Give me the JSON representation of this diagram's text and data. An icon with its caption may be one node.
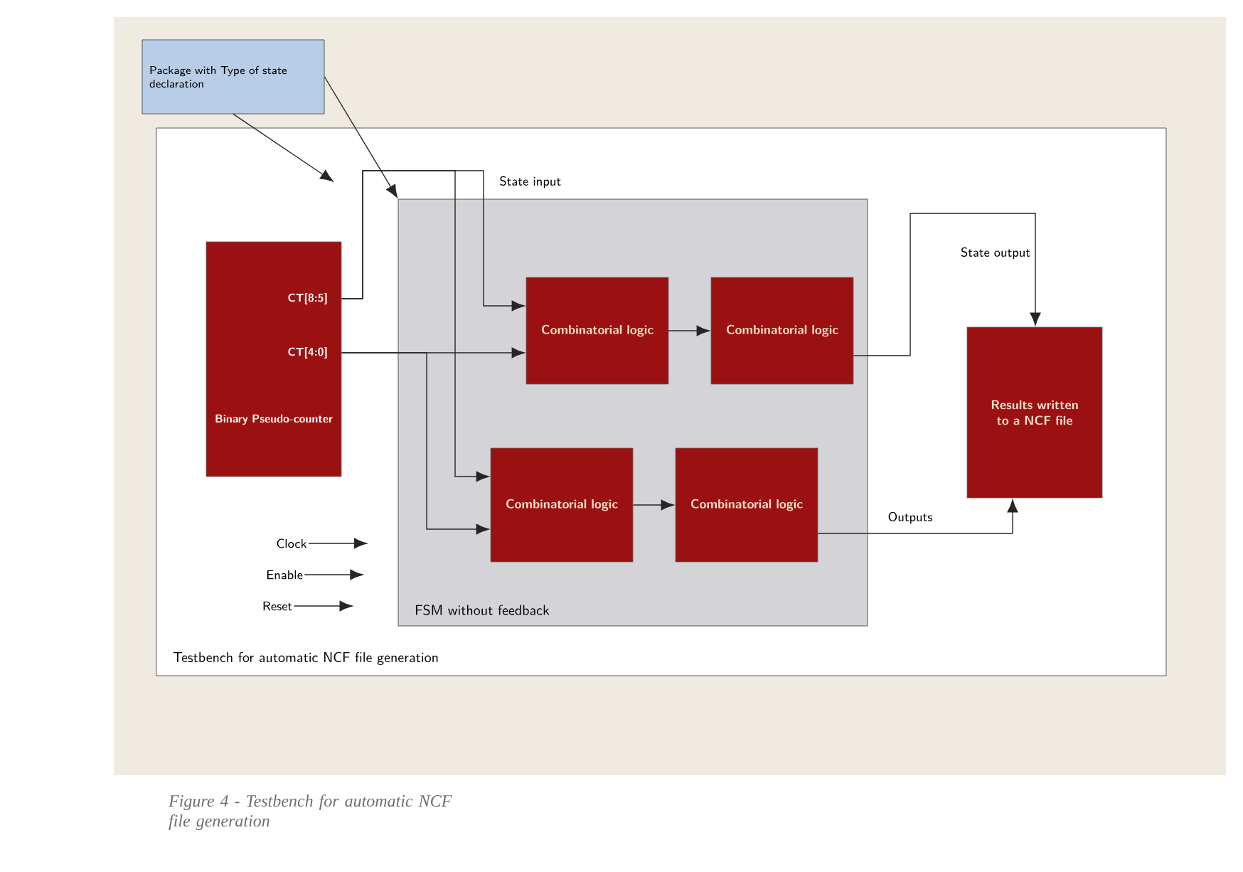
{
  "diagram": {
    "caption": "Figure 4 - Testbench for automatic NCF file generation",
    "nodes": [
      {
        "text": [
          "Testbench for automatic NCF file generation"
        ]
      },
      {
        "text": [
          "Package with Type of state declaration"
        ]
      },
      {
        "text": [
          "CT[8:5]",
          "CT[4:0]",
          "Binary Pseudo-counter"
        ],
        "in": 0
      },
      {
        "text": [
          "FSM without feedback"
        ],
        "in": 0
      },
      {
        "text": [
          "Combinatorial logic"
        ],
        "in": 3
      },
      {
        "text": [
          "Combinatorial logic"
        ],
        "in": 3
      },
      {
        "text": [
          "Combinatorial logic"
        ],
        "in": 3
      },
      {
        "text": [
          "Combinatorial logic"
        ],
        "in": 3
      },
      {
        "text": [
          "Results written to a NCF file"
        ],
        "in": 0
      },
      {
        "text": [
          "Clock"
        ],
        "in": 0
      },
      {
        "text": [
          "Enable"
        ],
        "in": 0
      },
      {
        "text": [
          "Reset"
        ],
        "in": 0
      }
    ],
    "edges": [
      {
        "from": 1,
        "to": null,
        "arrow": "to"
      },
      {
        "from": 1,
        "to": 3,
        "arrow": "to"
      },
      {
        "from": 2,
        "to": 4,
        "arrow": "to"
      },
      {
        "from": 2,
        "to": 6,
        "arrow": "to"
      },
      {
        "from": 2,
        "to": 4,
        "arrow": "to"
      },
      {
        "from": 2,
        "to": 6,
        "arrow": "to"
      },
      {
        "from": 4,
        "to": 5,
        "arrow": "to"
      },
      {
        "from": 6,
        "to": 7,
        "arrow": "to"
      },
      {
        "from": 5,
        "to": 8,
        "label": "State output",
        "arrow": "to"
      },
      {
        "from": 7,
        "to": 8,
        "label": "Outputs",
        "arrow": "to"
      },
      {
        "from": 9,
        "to": null,
        "arrow": "to"
      },
      {
        "from": 10,
        "to": null,
        "arrow": "to"
      },
      {
        "from": 11,
        "to": null,
        "arrow": "to"
      }
    ],
    "labels": [
      "State input"
    ]
  }
}
